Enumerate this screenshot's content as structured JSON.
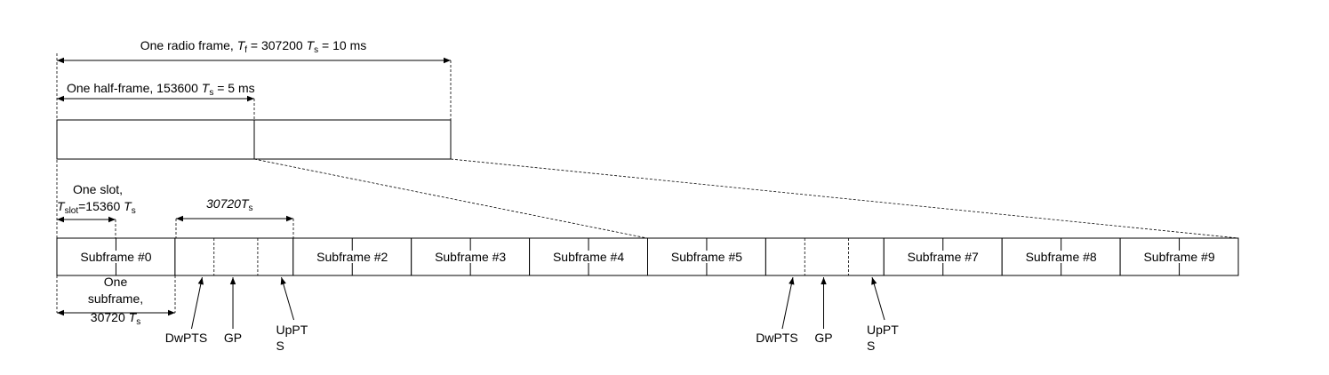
{
  "radio_frame": {
    "label_prefix": "One radio frame, ",
    "symbol": "T",
    "symbol_sub": "f",
    "label_mid": " = 307200 ",
    "unit_symbol": "T",
    "unit_sub": "s",
    "label_suffix": " = 10 ms"
  },
  "half_frame": {
    "label_prefix": "One half-frame, 153600 ",
    "unit_symbol": "T",
    "unit_sub": "s",
    "label_suffix": " = 5 ms"
  },
  "slot": {
    "line1": "One slot,",
    "symbol": "T",
    "symbol_sub": "slot",
    "value": "=15360 ",
    "unit_symbol": "T",
    "unit_sub": "s"
  },
  "special_duration": {
    "value": "30720",
    "unit_symbol": "T",
    "unit_sub": "s"
  },
  "subframe": {
    "line1": "One",
    "line2": "subframe,",
    "value": "30720 ",
    "unit_symbol": "T",
    "unit_sub": "s"
  },
  "subframes": [
    {
      "label": "Subframe #0",
      "special": false
    },
    {
      "label": "",
      "special": true
    },
    {
      "label": "Subframe #2",
      "special": false
    },
    {
      "label": "Subframe #3",
      "special": false
    },
    {
      "label": "Subframe #4",
      "special": false
    },
    {
      "label": "Subframe #5",
      "special": false
    },
    {
      "label": "",
      "special": true
    },
    {
      "label": "Subframe #7",
      "special": false
    },
    {
      "label": "Subframe #8",
      "special": false
    },
    {
      "label": "Subframe #9",
      "special": false
    }
  ],
  "special_fields": {
    "dwpts": "DwPTS",
    "gp": "GP",
    "uppts_line1": "UpPT",
    "uppts_line2": "S"
  }
}
